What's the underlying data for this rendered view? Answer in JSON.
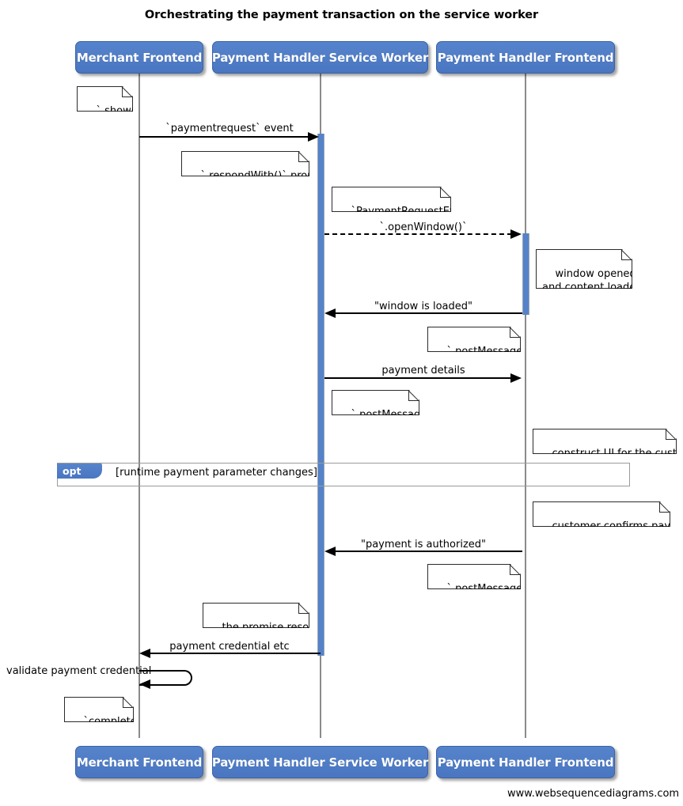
{
  "title": "Orchestrating the payment transaction on the service worker",
  "footer": "www.websequencediagrams.com",
  "colors": {
    "participant_fill": "#4c7ac4",
    "activation_fill": "#5583c9",
    "lifeline": "#8a8a8a",
    "fragment_border": "#9a9a9a",
    "note_background": "#ffffff",
    "text": "#000000"
  },
  "participants": [
    {
      "name": "Merchant Frontend"
    },
    {
      "name": "Payment Handler Service Worker"
    },
    {
      "name": "Payment Handler Frontend"
    }
  ],
  "participants_bottom": [
    {
      "name": "Merchant Frontend"
    },
    {
      "name": "Payment Handler Service Worker"
    },
    {
      "name": "Payment Handler Frontend"
    }
  ],
  "messages": [
    {
      "label": "`paymentrequest` event",
      "from": "Merchant Frontend",
      "to": "Payment Handler Service Worker",
      "style": "solid",
      "direction": "right"
    },
    {
      "label": "`.openWindow()`",
      "from": "Payment Handler Service Worker",
      "to": "Payment Handler Frontend",
      "style": "dashed",
      "direction": "right"
    },
    {
      "label": "\"window is loaded\"",
      "from": "Payment Handler Frontend",
      "to": "Payment Handler Service Worker",
      "style": "solid",
      "direction": "left"
    },
    {
      "label": "payment details",
      "from": "Payment Handler Service Worker",
      "to": "Payment Handler Frontend",
      "style": "solid",
      "direction": "right"
    },
    {
      "label": "\"payment is authorized\"",
      "from": "Payment Handler Frontend",
      "to": "Payment Handler Service Worker",
      "style": "solid",
      "direction": "left"
    },
    {
      "label": "payment credential etc",
      "from": "Payment Handler Service Worker",
      "to": "Merchant Frontend",
      "style": "solid",
      "direction": "left"
    },
    {
      "label": "validate payment credential",
      "from": "Merchant Frontend",
      "to": "Merchant Frontend",
      "style": "self",
      "direction": "left"
    }
  ],
  "notes": [
    {
      "text": "`.show()`"
    },
    {
      "text": "`.respondWith()` promise"
    },
    {
      "text": "`PaymentRequestEvent`"
    },
    {
      "text": "window opened\nand content loaded"
    },
    {
      "text": "`.postMessage()`"
    },
    {
      "text": "`.postMessage()`"
    },
    {
      "text": "construct UI for the customer"
    },
    {
      "text": "customer confirms payment"
    },
    {
      "text": "`.postMessage()`"
    },
    {
      "text": "the promise resolves"
    },
    {
      "text": "`complete()`"
    }
  ],
  "fragment": {
    "type": "opt",
    "condition": "[runtime payment parameter changes]"
  }
}
